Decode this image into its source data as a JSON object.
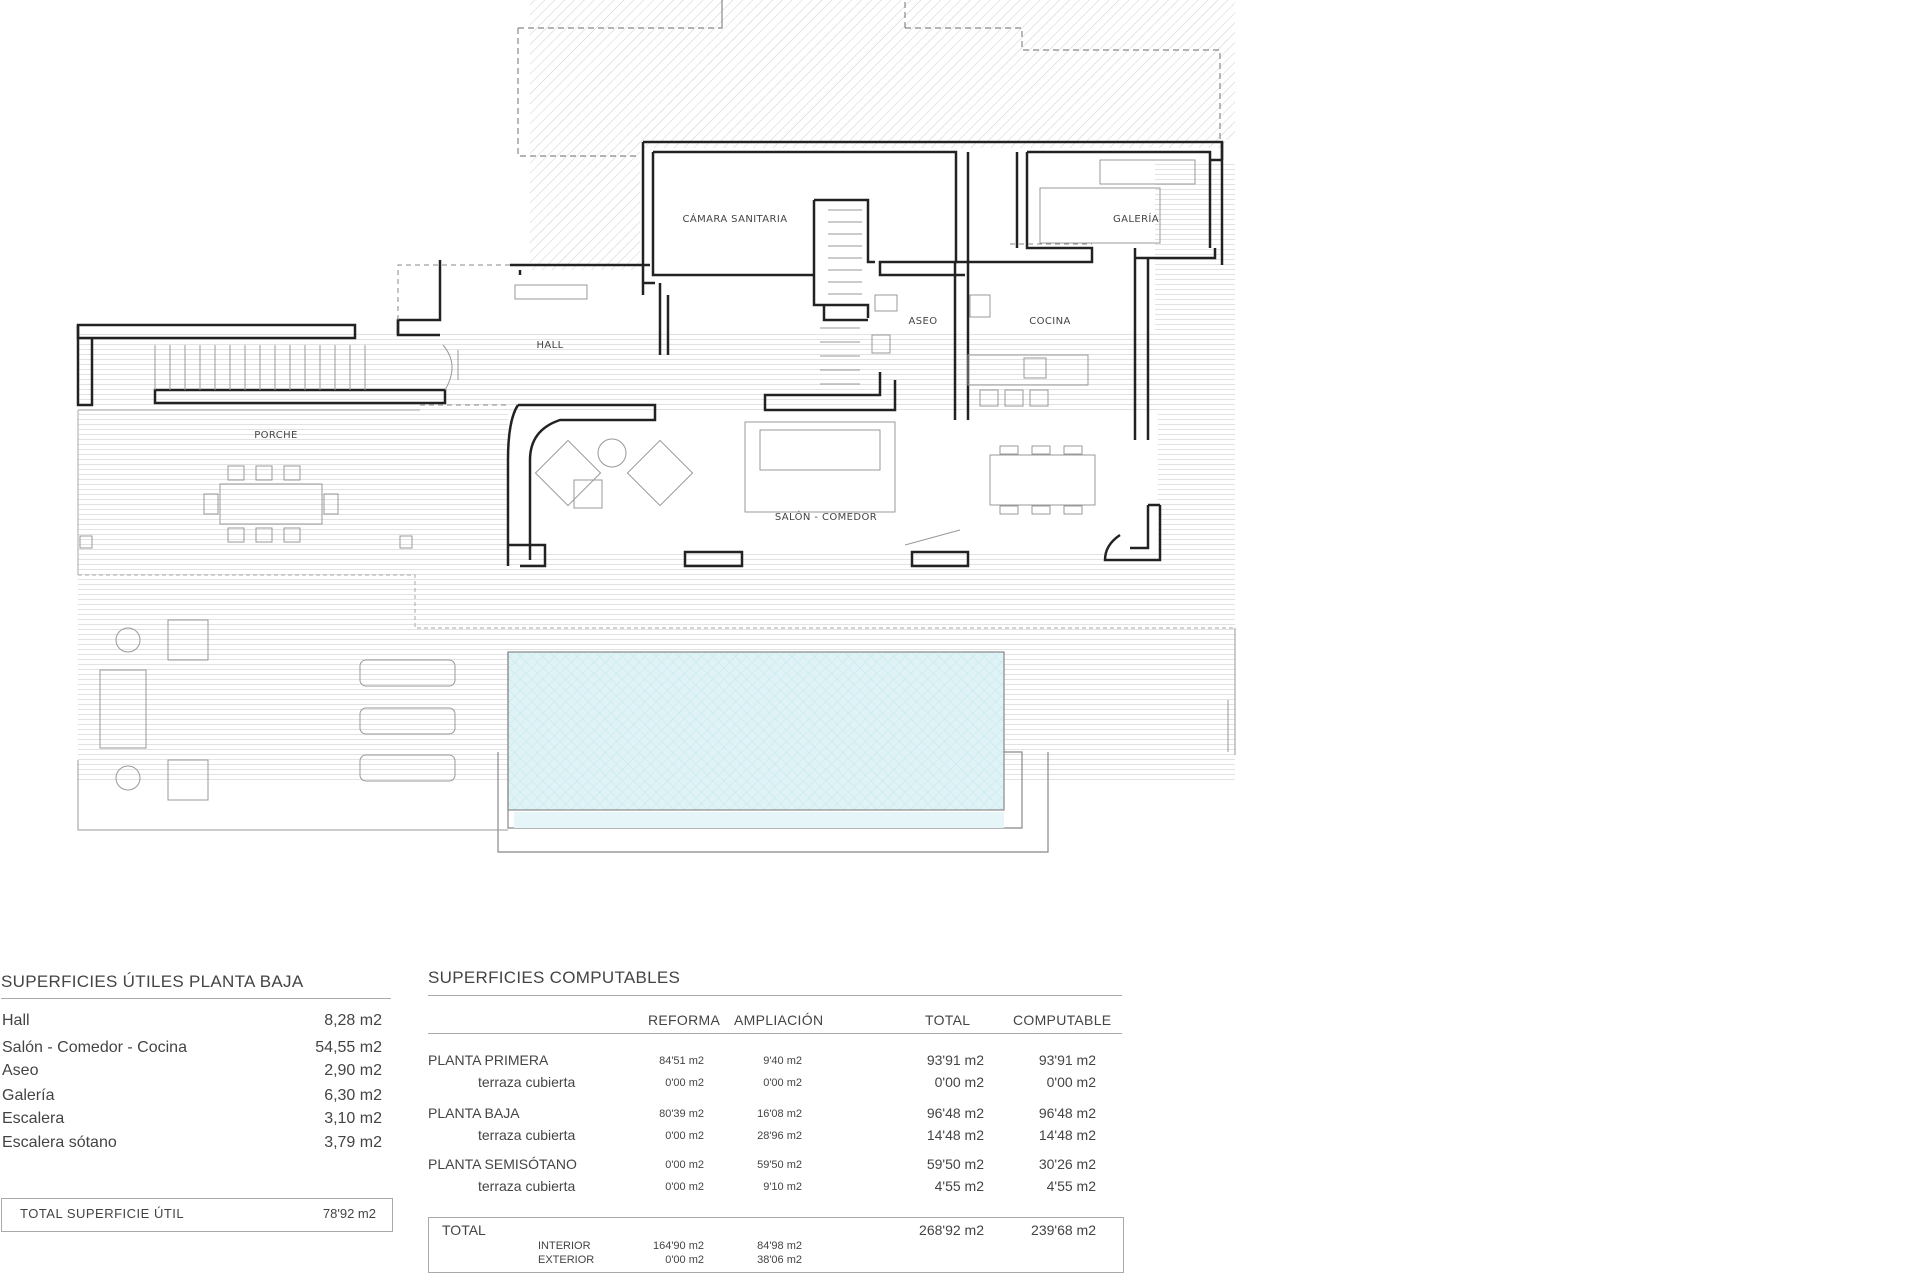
{
  "rooms": {
    "camara": "CÁMARA SANITARIA",
    "galeria": "GALERÍA",
    "hall": "HALL",
    "aseo": "ASEO",
    "cocina": "COCINA",
    "porche": "PORCHE",
    "salon": "SALÓN - COMEDOR"
  },
  "util": {
    "title": "SUPERFICIES ÚTILES PLANTA BAJA",
    "rows": [
      {
        "name": "Hall",
        "value": "8,28 m2"
      },
      {
        "name": "Salón - Comedor - Cocina",
        "value": "54,55 m2"
      },
      {
        "name": "Aseo",
        "value": "2,90 m2"
      },
      {
        "name": "Galería",
        "value": "6,30 m2"
      },
      {
        "name": "Escalera",
        "value": "3,10 m2"
      },
      {
        "name": "Escalera sótano",
        "value": "3,79 m2"
      }
    ],
    "total_label": "TOTAL  SUPERFICIE  ÚTIL",
    "total_value": "78'92 m2"
  },
  "comp": {
    "title": "SUPERFICIES COMPUTABLES",
    "headers": [
      "REFORMA",
      "AMPLIACIÓN",
      "TOTAL",
      "COMPUTABLE"
    ],
    "rows": [
      {
        "name": "PLANTA PRIMERA",
        "reforma": "84'51 m2",
        "ampliacion": "9'40 m2",
        "total": "93'91 m2",
        "computable": "93'91 m2"
      },
      {
        "name": "terraza cubierta",
        "reforma": "0'00 m2",
        "ampliacion": "0'00 m2",
        "total": "0'00 m2",
        "computable": "0'00 m2"
      },
      {
        "name": "PLANTA BAJA",
        "reforma": "80'39 m2",
        "ampliacion": "16'08 m2",
        "total": "96'48 m2",
        "computable": "96'48 m2"
      },
      {
        "name": "terraza cubierta",
        "reforma": "0'00 m2",
        "ampliacion": "28'96 m2",
        "total": "14'48 m2",
        "computable": "14'48 m2"
      },
      {
        "name": "PLANTA SEMISÓTANO",
        "reforma": "0'00 m2",
        "ampliacion": "59'50 m2",
        "total": "59'50 m2",
        "computable": "30'26 m2"
      },
      {
        "name": "terraza cubierta",
        "reforma": "0'00 m2",
        "ampliacion": "9'10 m2",
        "total": "4'55 m2",
        "computable": "4'55 m2"
      }
    ],
    "total": {
      "label": "TOTAL",
      "total": "268'92 m2",
      "computable": "239'68 m2",
      "interior_label": "INTERIOR",
      "interior_reforma": "164'90 m2",
      "interior_ampliacion": "84'98 m2",
      "exterior_label": "EXTERIOR",
      "exterior_reforma": "0'00 m2",
      "exterior_ampliacion": "38'06 m2"
    }
  }
}
